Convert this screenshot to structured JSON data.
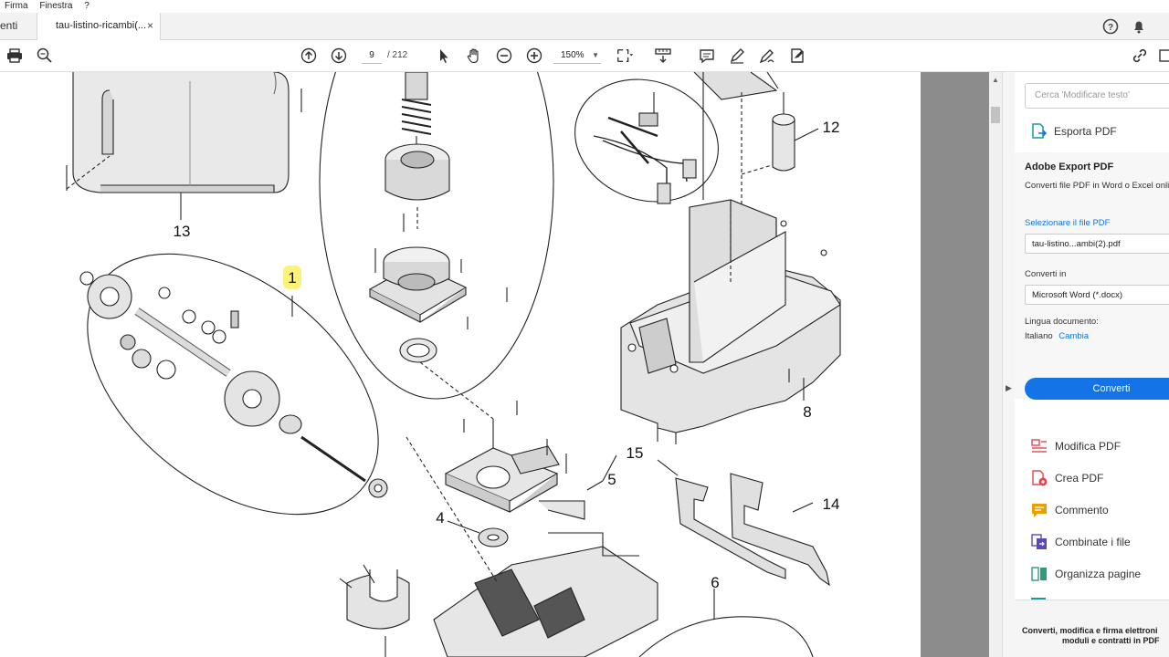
{
  "menu": {
    "items": [
      "Firma",
      "Finestra",
      "?"
    ]
  },
  "tabs": {
    "previous_label": "enti",
    "active_label": "tau-listino-ricambi(...",
    "close_glyph": "×"
  },
  "toolbar": {
    "current_page": "9",
    "total_pages": "/ 212",
    "zoom": "150%"
  },
  "document": {
    "part_numbers": [
      "13",
      "1",
      "12",
      "8",
      "15",
      "5",
      "14",
      "4",
      "6"
    ]
  },
  "right_panel": {
    "search_placeholder": "Cerca 'Modificare testo'",
    "export_label": "Esporta PDF",
    "export_pane": {
      "title": "Adobe Export PDF",
      "description": "Converti file PDF in Word o Excel online",
      "select_file_link": "Selezionare il file PDF",
      "file_name": "tau-listino...ambi(2).pdf",
      "convert_to_label": "Converti in",
      "convert_to_value": "Microsoft Word (*.docx)",
      "language_label": "Lingua documento:",
      "language_value": "Italiano",
      "language_change_link": "Cambia",
      "convert_button": "Converti"
    },
    "tools": [
      {
        "label": "Modifica PDF",
        "icon": "edit-pdf-icon",
        "color": "#e34850"
      },
      {
        "label": "Crea PDF",
        "icon": "create-pdf-icon",
        "color": "#e34850"
      },
      {
        "label": "Commento",
        "icon": "comment-icon",
        "color": "#e8a000"
      },
      {
        "label": "Combinate i file",
        "icon": "combine-files-icon",
        "color": "#5a4ab7"
      },
      {
        "label": "Organizza pagine",
        "icon": "organize-pages-icon",
        "color": "#2d9d78"
      }
    ],
    "promo_line1": "Converti, modifica e firma elettroni",
    "promo_line2": "moduli e contratti in PDF"
  },
  "colors": {
    "accent": "#1473e6",
    "highlight_badge": "#fff27a",
    "gutter": "#8c8c8c"
  }
}
